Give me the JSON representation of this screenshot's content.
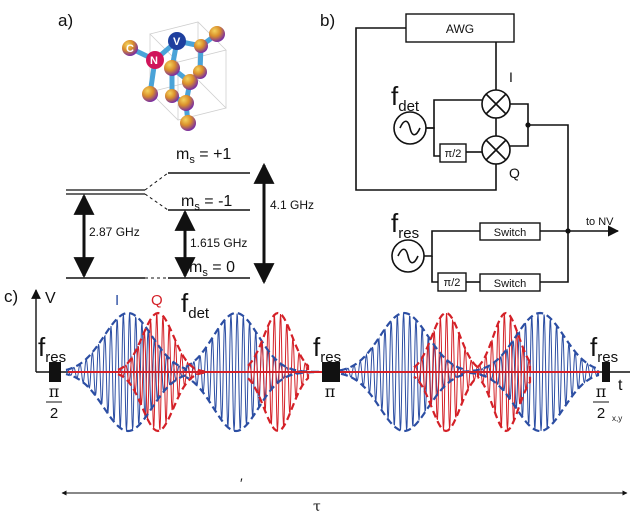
{
  "panel_labels": {
    "a": "a)",
    "b": "b)",
    "c": "c)"
  },
  "panel_a": {
    "molecule_atoms": {
      "n": "N",
      "v": "V",
      "c": "C"
    },
    "levels": {
      "ms_plus1": "m",
      "ms_plus1_eq": " = +1",
      "ms_minus1": "m",
      "ms_minus1_eq": " = -1",
      "ms_zero": "m",
      "ms_zero_eq": " = 0",
      "sub": "s"
    },
    "gaps": {
      "zfs": "2.87 GHz",
      "lower": "1.615 GHz",
      "upper": "4.1 GHz"
    }
  },
  "panel_b": {
    "awg_label": "AWG",
    "i_label": "I",
    "q_label": "Q",
    "phase_shift_1": "π/2",
    "phase_shift_2": "π/2",
    "switch_1": "Switch",
    "switch_2": "Switch",
    "fdet": {
      "main": "f",
      "sub": "det"
    },
    "fres": {
      "main": "f",
      "sub": "res"
    },
    "output": "to NV"
  },
  "panel_c": {
    "v_axis": "V",
    "t_axis": "t",
    "legend_i": "I",
    "legend_q": "Q",
    "fdet": {
      "main": "f",
      "sub": "det"
    },
    "fres_1": {
      "main": "f",
      "sub": "res"
    },
    "fres_2": {
      "main": "f",
      "sub": "res"
    },
    "fres_3": {
      "main": "f",
      "sub": "res"
    },
    "pulse_1": {
      "num": "π",
      "den": "2"
    },
    "pulse_2": "π",
    "pulse_3": {
      "num": "π",
      "den": "2",
      "sub": "x,y"
    },
    "tau_prime": "′",
    "tau": "τ"
  },
  "colors": {
    "i_series": "#2c4ea3",
    "q_series": "#d42027",
    "atom_c": "#d98e2b",
    "atom_n": "#d0145a",
    "atom_v": "#1e3f9e",
    "bond": "#4aa3d8"
  }
}
